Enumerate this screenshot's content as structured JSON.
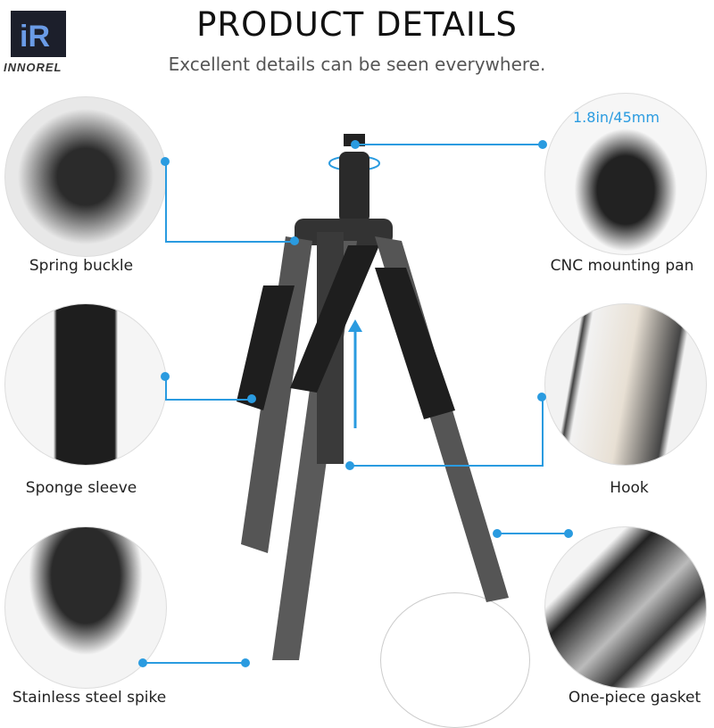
{
  "brand": {
    "logo_text": "INNOREL",
    "logo_mark": "iR"
  },
  "header": {
    "title": "PRODUCT DETAILS",
    "subtitle": "Excellent details can be seen everywhere."
  },
  "features": [
    {
      "label": "Spring buckle"
    },
    {
      "label": "CNC mounting pan",
      "dimension": "1.8in/45mm"
    },
    {
      "label": "Sponge sleeve"
    },
    {
      "label": "Hook"
    },
    {
      "label": "Stainless steel spike"
    },
    {
      "label": "One-piece gasket"
    }
  ],
  "colors": {
    "accent": "#2a9be0"
  }
}
